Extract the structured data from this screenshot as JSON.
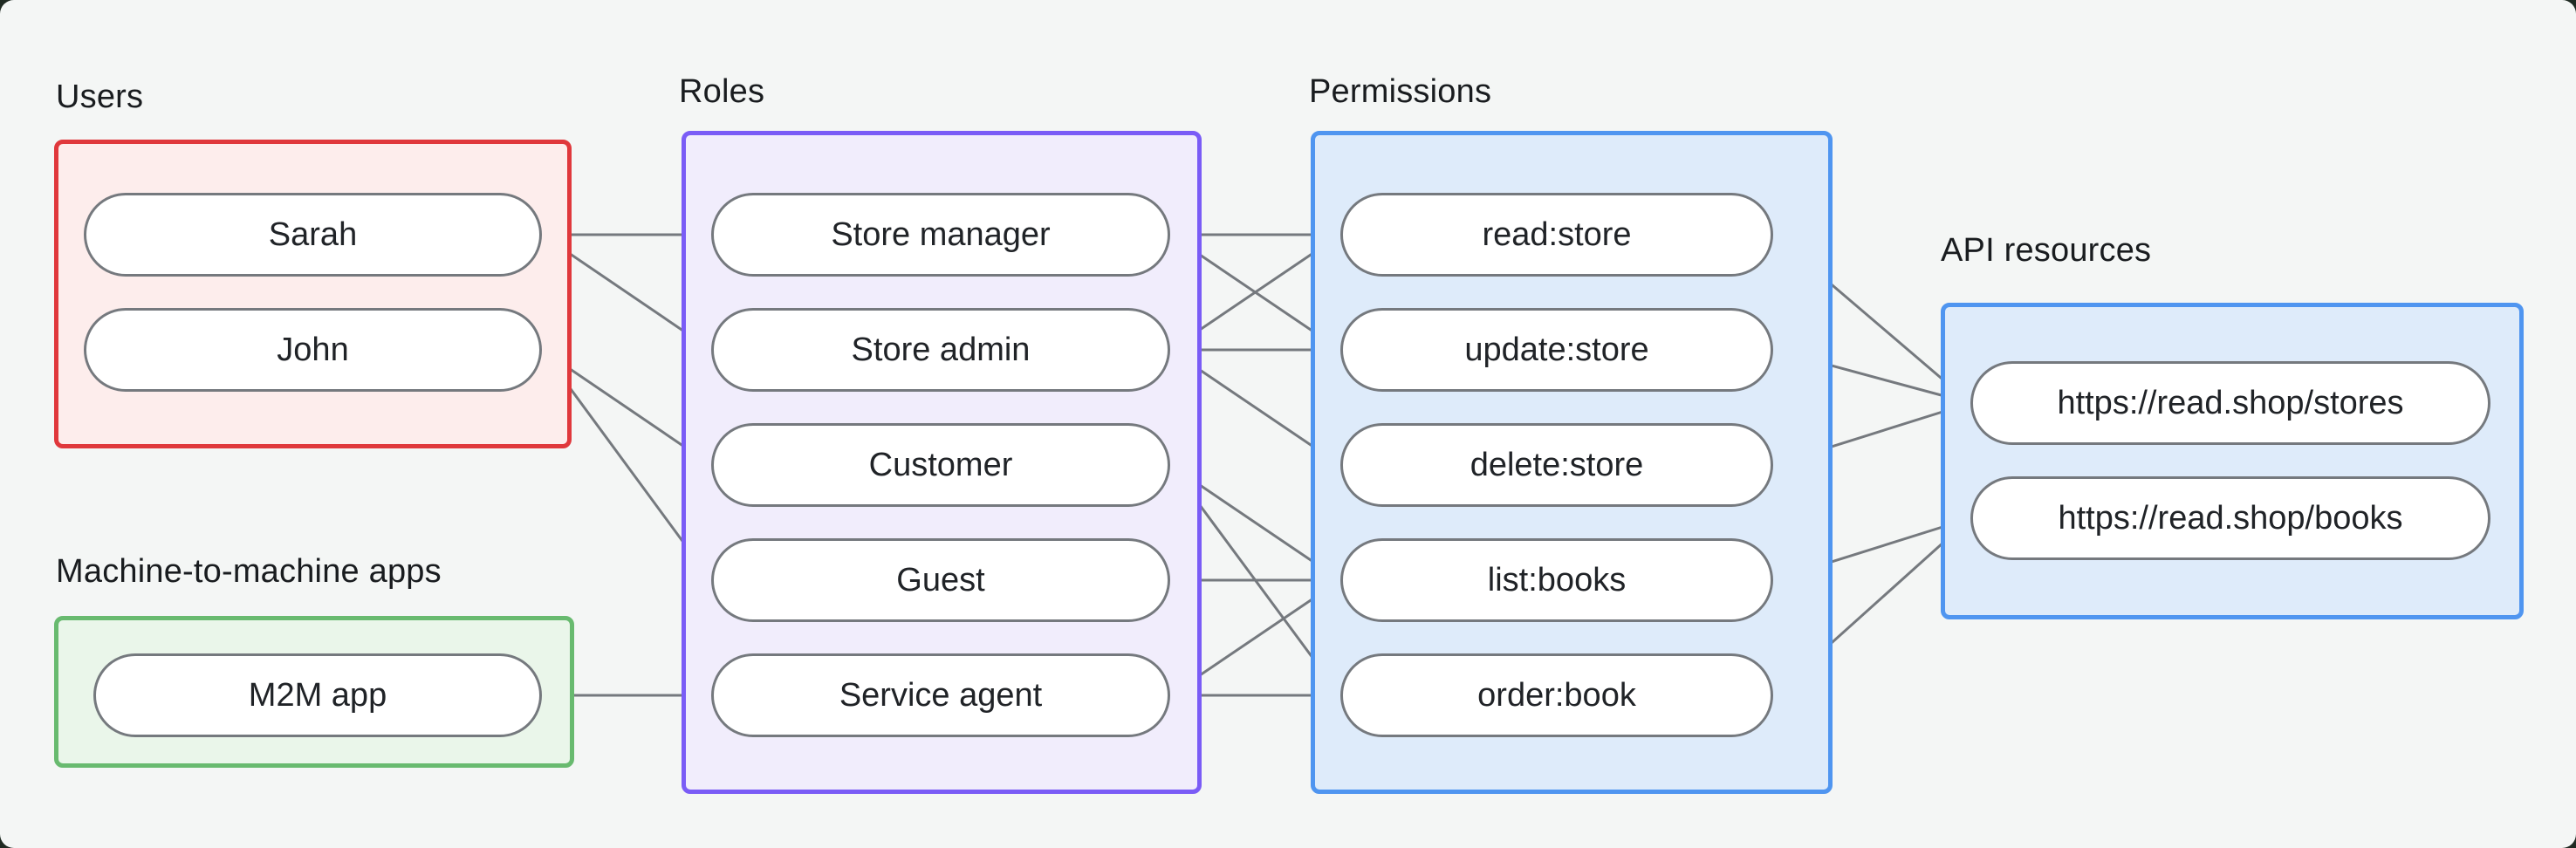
{
  "page": {
    "background": "#f4f6f5",
    "frame_color": "#1f2a22"
  },
  "groups": {
    "users": {
      "label": "Users",
      "border_color": "#e0383c",
      "fill_color": "#fdedec",
      "items": [
        {
          "id": "sarah",
          "label": "Sarah"
        },
        {
          "id": "john",
          "label": "John"
        }
      ]
    },
    "m2m": {
      "label": "Machine-to-machine apps",
      "border_color": "#68ba6f",
      "fill_color": "#eaf6ea",
      "items": [
        {
          "id": "m2m-app",
          "label": "M2M app"
        }
      ]
    },
    "roles": {
      "label": "Roles",
      "border_color": "#7a5cf6",
      "fill_color": "#f1edfc",
      "items": [
        {
          "id": "store-manager",
          "label": "Store manager"
        },
        {
          "id": "store-admin",
          "label": "Store admin"
        },
        {
          "id": "customer",
          "label": "Customer"
        },
        {
          "id": "guest",
          "label": "Guest"
        },
        {
          "id": "service-agent",
          "label": "Service agent"
        }
      ]
    },
    "permissions": {
      "label": "Permissions",
      "border_color": "#4f95f0",
      "fill_color": "#deebfa",
      "items": [
        {
          "id": "read-store",
          "label": "read:store"
        },
        {
          "id": "update-store",
          "label": "update:store"
        },
        {
          "id": "delete-store",
          "label": "delete:store"
        },
        {
          "id": "list-books",
          "label": "list:books"
        },
        {
          "id": "order-book",
          "label": "order:book"
        }
      ]
    },
    "api_resources": {
      "label": "API resources",
      "border_color": "#4f95f0",
      "fill_color": "#deebfa",
      "items": [
        {
          "id": "stores",
          "label": "https://read.shop/stores"
        },
        {
          "id": "books",
          "label": "https://read.shop/books"
        }
      ]
    }
  },
  "edges": [
    {
      "from": "sarah",
      "to": "store-manager"
    },
    {
      "from": "sarah",
      "to": "store-admin"
    },
    {
      "from": "john",
      "to": "customer"
    },
    {
      "from": "john",
      "to": "guest"
    },
    {
      "from": "m2m-app",
      "to": "service-agent"
    },
    {
      "from": "store-manager",
      "to": "read-store"
    },
    {
      "from": "store-manager",
      "to": "update-store"
    },
    {
      "from": "store-admin",
      "to": "read-store"
    },
    {
      "from": "store-admin",
      "to": "update-store"
    },
    {
      "from": "store-admin",
      "to": "delete-store"
    },
    {
      "from": "customer",
      "to": "list-books"
    },
    {
      "from": "customer",
      "to": "order-book"
    },
    {
      "from": "guest",
      "to": "list-books"
    },
    {
      "from": "service-agent",
      "to": "list-books"
    },
    {
      "from": "service-agent",
      "to": "order-book"
    },
    {
      "from": "read-store",
      "to": "stores"
    },
    {
      "from": "update-store",
      "to": "stores"
    },
    {
      "from": "delete-store",
      "to": "stores"
    },
    {
      "from": "list-books",
      "to": "books"
    },
    {
      "from": "order-book",
      "to": "books"
    }
  ],
  "styles": {
    "node_fill": "#ffffff",
    "node_border": "#75797e",
    "connector_color": "#75797e",
    "dot_color": "#6b7076",
    "label_text": "#191c1f",
    "node_text": "#202327"
  }
}
